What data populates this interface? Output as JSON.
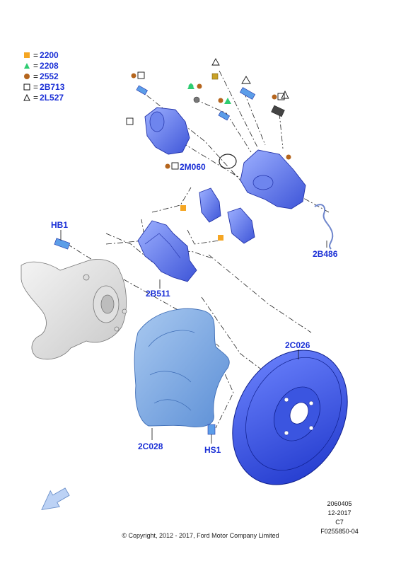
{
  "legend": [
    {
      "symbol": "orange-square",
      "code": "2200"
    },
    {
      "symbol": "green-triangle",
      "code": "2208"
    },
    {
      "symbol": "brown-circle",
      "code": "2552"
    },
    {
      "symbol": "hollow-square",
      "code": "2B713"
    },
    {
      "symbol": "hollow-triangle",
      "code": "2L527"
    }
  ],
  "legend_eq": "=",
  "part_labels": {
    "hb1": "HB1",
    "m060": "2M060",
    "b486": "2B486",
    "b511": "2B511",
    "c026": "2C026",
    "c028": "2C028",
    "hs1": "HS1"
  },
  "meta": {
    "code": "2060405",
    "date": "12-2017",
    "rev": "C7",
    "figure": "F0255850-04"
  },
  "copyright": "© Copyright, 2012 - 2017, Ford Motor Company Limited",
  "colors": {
    "label_blue": "#1a2fd6",
    "part_blue": "#4a64e0",
    "part_light_blue": "#7aa8e8",
    "orange": "#f5a623",
    "green": "#2ecc71",
    "brown": "#b5651d"
  }
}
